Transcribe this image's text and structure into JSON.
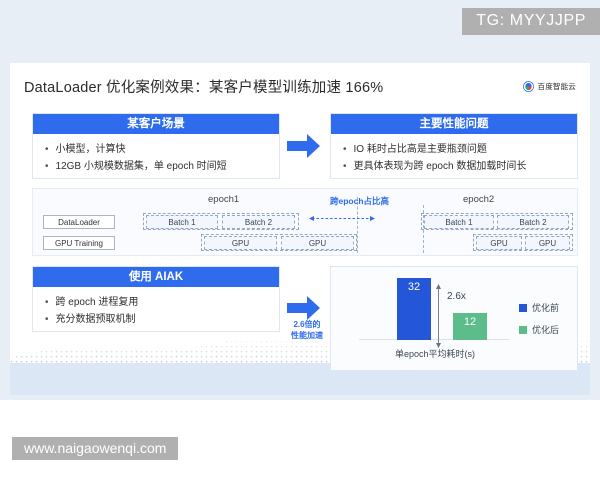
{
  "watermarks": {
    "top": "TG: MYYJJPP",
    "bottom": "www.naigaowenqi.com"
  },
  "slide": {
    "title": "DataLoader 优化案例效果：某客户模型训练加速 166%",
    "brand": "百度智能云"
  },
  "scene_box": {
    "heading": "某客户场景",
    "bullets": [
      "小模型，计算快",
      "12GB 小规模数据集，单 epoch 时间短"
    ]
  },
  "problem_box": {
    "heading": "主要性能问题",
    "bullets": [
      "IO 耗时占比高是主要瓶颈问题",
      "更具体表现为跨 epoch 数据加载时间长"
    ]
  },
  "aiak_box": {
    "heading": "使用 AIAK",
    "bullets": [
      "跨 epoch 进程复用",
      "充分数据预取机制"
    ]
  },
  "timeline": {
    "row_labels": [
      "DataLoader",
      "GPU Training"
    ],
    "epoch1_title": "epoch1",
    "epoch2_title": "epoch2",
    "gap_label": "跨epoch占比高",
    "epoch1_batches": [
      "Batch 1",
      "Batch 2"
    ],
    "epoch1_gpus": [
      "GPU",
      "GPU"
    ],
    "epoch2_batches": [
      "Batch 1",
      "Batch 2"
    ],
    "epoch2_gpus": [
      "GPU",
      "GPU"
    ]
  },
  "transition": {
    "caption_line1": "2.6倍的",
    "caption_line2": "性能加速"
  },
  "chart_data": {
    "type": "bar",
    "title": "",
    "categories": [
      "优化前",
      "优化后"
    ],
    "values": [
      32,
      12
    ],
    "value_labels": [
      "32",
      "12"
    ],
    "xlabel": "单epoch平均耗时(s)",
    "ylabel": "",
    "ylim": [
      0,
      36
    ],
    "grid": false,
    "legend_position": "right",
    "annotations": [
      "2.6x"
    ],
    "colors": [
      "#2456d8",
      "#5cbd8a"
    ],
    "legend": [
      {
        "label": "优化前",
        "color": "#2456d8"
      },
      {
        "label": "优化后",
        "color": "#5cbd8a"
      }
    ]
  },
  "colors": {
    "accent_blue": "#2f6ced",
    "bar_before": "#2456d8",
    "bar_after": "#5cbd8a",
    "band": "#dbe7f5"
  }
}
